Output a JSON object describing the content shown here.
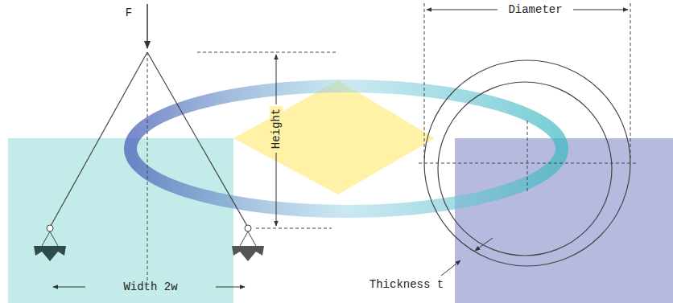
{
  "diagram": {
    "labels": [
      "F",
      "Height",
      "Diameter",
      "Width 2w",
      "Thickness t"
    ]
  }
}
